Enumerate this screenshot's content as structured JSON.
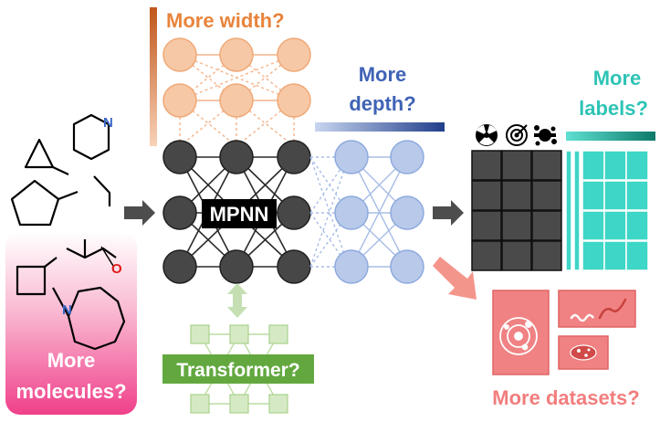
{
  "labels": {
    "more_width": "More width?",
    "more_depth_line1": "More",
    "more_depth_line2": "depth?",
    "more_labels_line1": "More",
    "more_labels_line2": "labels?",
    "more_molecules_line1": "More",
    "more_molecules_line2": "molecules?",
    "mpnn": "MPNN",
    "transformer": "Transformer?",
    "more_datasets": "More datasets?",
    "nitrogen_1": "N",
    "nitrogen_2": "N",
    "oxygen": "O"
  },
  "icons": [
    "radiation-icon",
    "target-icon",
    "splat-icon",
    "radar-icon",
    "protein-icon",
    "bacteria-icon"
  ],
  "colors": {
    "width_orange": "#e8843c",
    "width_node": "#f7c8a6",
    "depth_blue": "#3f63b5",
    "depth_node": "#b8c9ea",
    "labels_teal": "#2ec4b6",
    "mpnn_dark": "#3c3c3c",
    "transformer_green": "#62a83f",
    "transformer_node": "#cde6b8",
    "datasets_red": "#f07a7a",
    "molecules_pink": "#f2468c"
  }
}
